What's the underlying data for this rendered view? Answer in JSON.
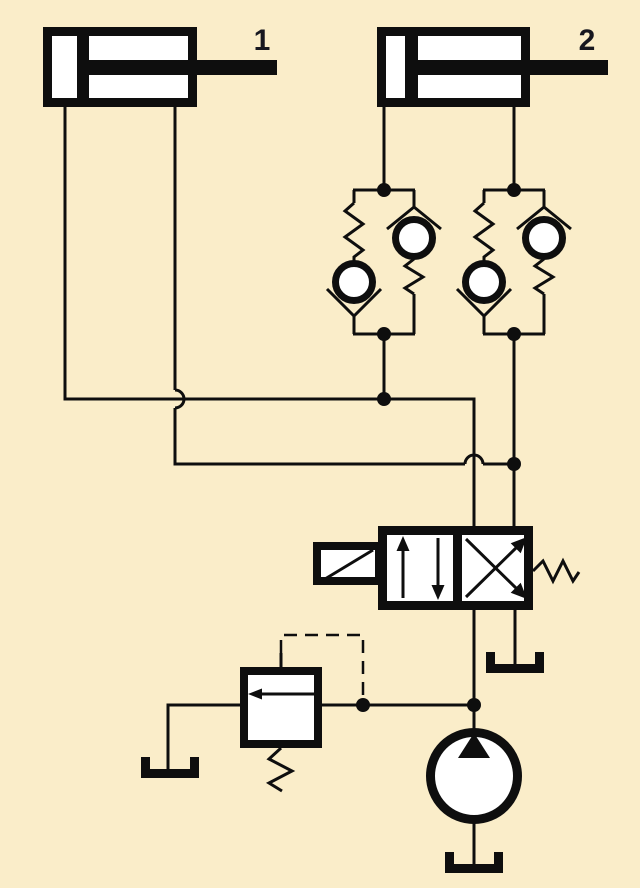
{
  "diagram": {
    "labels": {
      "cylinder1": "1",
      "cylinder2": "2"
    },
    "colors": {
      "background": "#FAEDC9",
      "line": "#0E0E0E",
      "label": "#17171F",
      "white": "#FFFFFF"
    },
    "components": [
      "double-acting-cylinder-1",
      "double-acting-cylinder-2",
      "check-valve-block-left",
      "check-valve-block-right",
      "solenoid-spring-directional-valve",
      "pressure-relief-valve",
      "hydraulic-pump",
      "tank-under-valve",
      "tank-under-relief",
      "tank-under-pump"
    ]
  }
}
